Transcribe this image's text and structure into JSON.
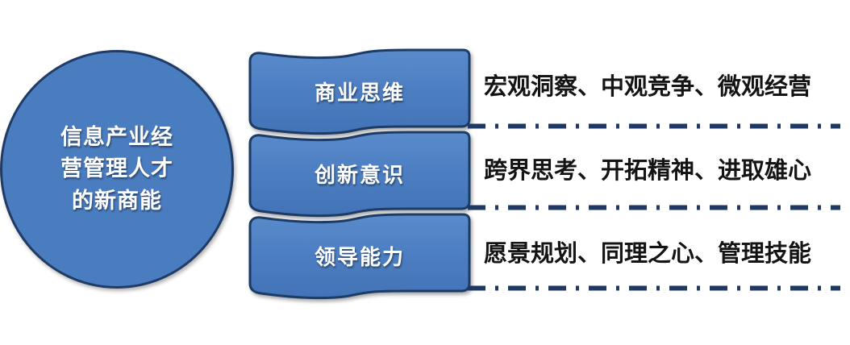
{
  "diagram": {
    "title": "信息产业经营管理人才的新商能",
    "center": {
      "label": "信息产业经\n营管理人才\n的新商能",
      "fill_color": "#4a7cc0",
      "border_color": "#1f3b66"
    },
    "colors": {
      "ribbon_fill": "#4d7fc2",
      "ribbon_border": "#1f3b66",
      "dash_line": "#1f3864",
      "text_dark": "#141414",
      "background": "#ffffff"
    },
    "branches": [
      {
        "id": "business-thinking",
        "ribbon_label": "商业思维",
        "detail": "宏观洞察、中观竞争、微观经营"
      },
      {
        "id": "innovation-awareness",
        "ribbon_label": "创新意识",
        "detail": "跨界思考、开拓精神、进取雄心"
      },
      {
        "id": "leadership-ability",
        "ribbon_label": "领导能力",
        "detail": "愿景规划、同理之心、管理技能"
      }
    ]
  }
}
